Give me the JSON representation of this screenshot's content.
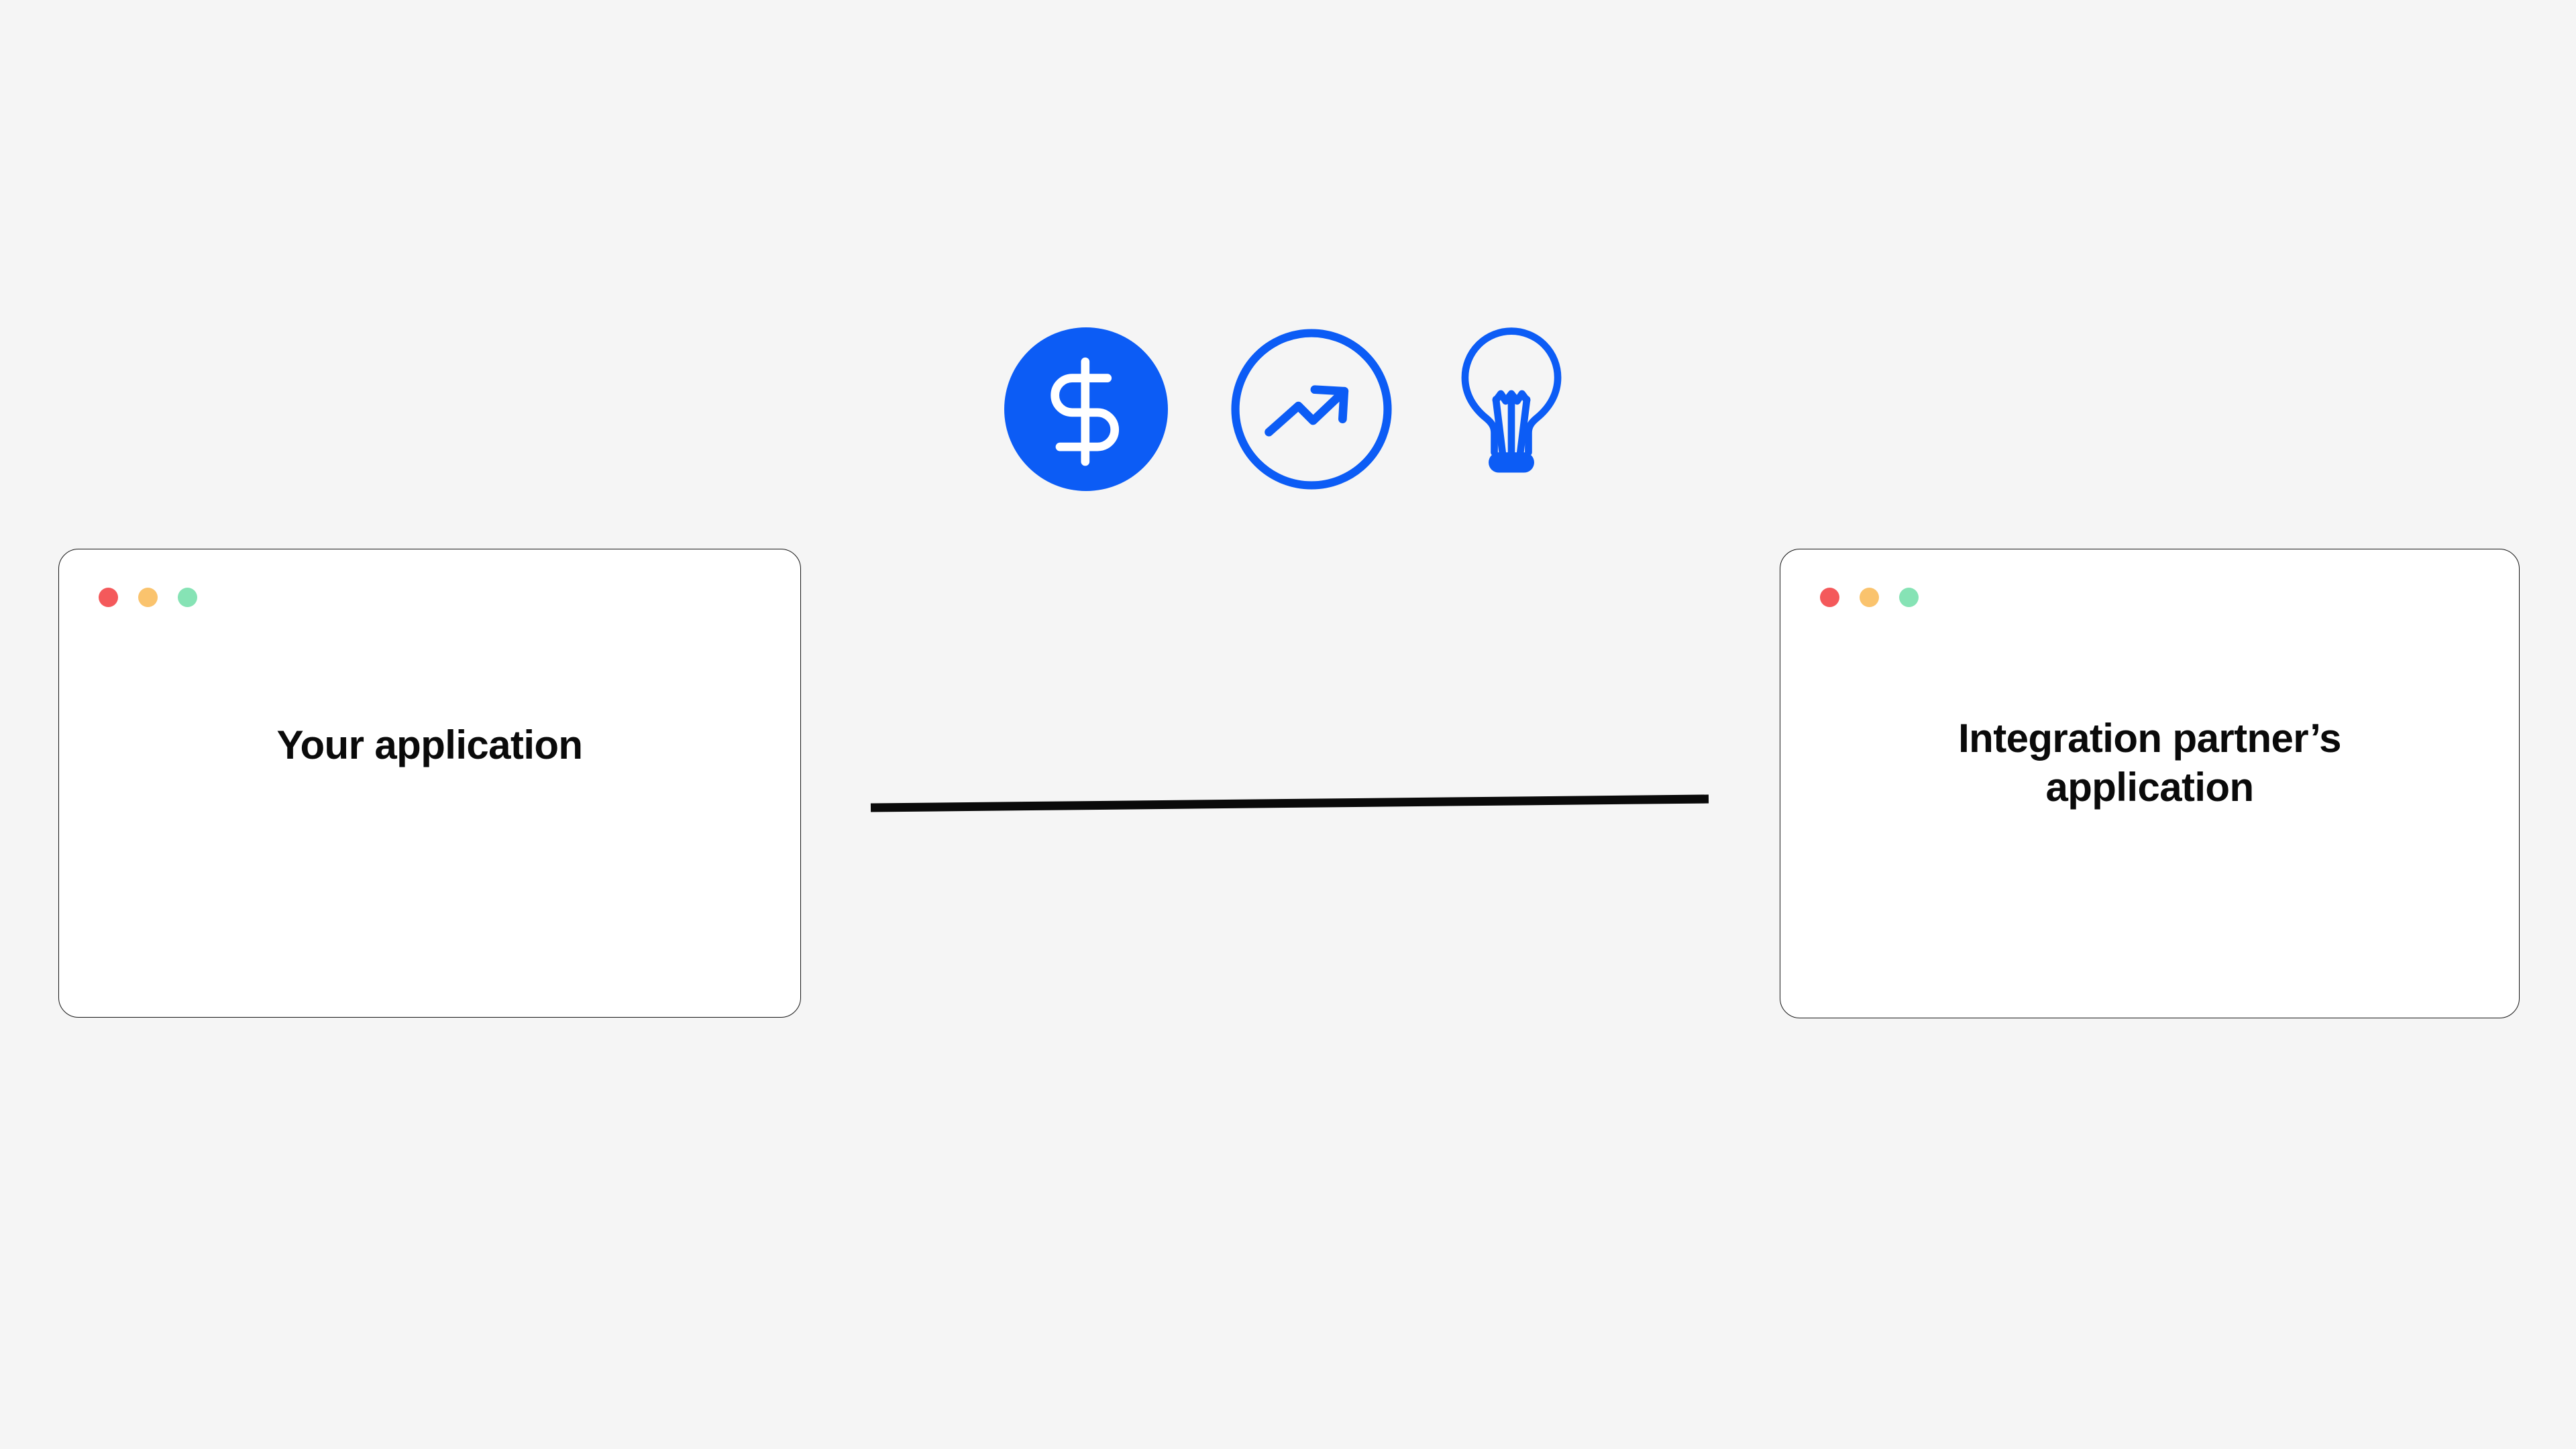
{
  "page": {
    "background_color": "#f5f5f5",
    "accent_color": "#0c5cf5",
    "text_color": "#0a0a0a",
    "title": "Integration diagram"
  },
  "icons": [
    {
      "name": "dollar-circle-icon",
      "semantic": "dollar-sign-in-filled-circle",
      "style": "filled",
      "fill_color": "#0c5cf5",
      "glyph_color": "#ffffff"
    },
    {
      "name": "trending-up-circle-icon",
      "semantic": "trending-up-arrow-in-outlined-circle",
      "style": "outline",
      "stroke_color": "#0c5cf5"
    },
    {
      "name": "lightbulb-icon",
      "semantic": "lightbulb-with-filament",
      "style": "outline",
      "stroke_color": "#0c5cf5"
    }
  ],
  "cards": {
    "left": {
      "title": "Your application",
      "window_dots": [
        {
          "name": "close-dot",
          "color": "#f4595b"
        },
        {
          "name": "minimize-dot",
          "color": "#fac36d"
        },
        {
          "name": "maximize-dot",
          "color": "#86e3b5"
        }
      ]
    },
    "right": {
      "title": "Integration partner’s application",
      "window_dots": [
        {
          "name": "close-dot",
          "color": "#f4595b"
        },
        {
          "name": "minimize-dot",
          "color": "#fac36d"
        },
        {
          "name": "maximize-dot",
          "color": "#86e3b5"
        }
      ]
    }
  },
  "connector": {
    "name": "connection-line",
    "color": "#0a0a0a",
    "thickness": 13
  }
}
